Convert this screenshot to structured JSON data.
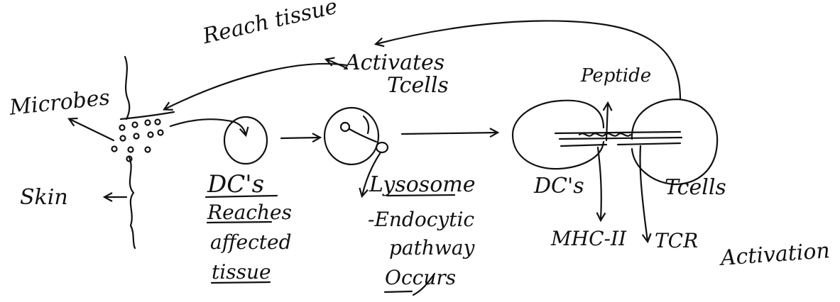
{
  "labels": {
    "reach_tissue": "Reach tissue",
    "activates_tcells_1": "Activates",
    "activates_tcells_2": "Tcells",
    "microbes": "Microbes",
    "skin": "Skin",
    "dcs_1": "DC's",
    "reaches": "Reaches",
    "affected": "affected",
    "tissue": "tissue",
    "lysosome": "Lysosome",
    "endocytic": "-Endocytic",
    "pathway": "pathway",
    "occurs": "Occurs",
    "peptide": "Peptide",
    "dcs_2": "DC's",
    "tcells": "Tcells",
    "mhc": "MHC-II",
    "tcr": "TCR",
    "activation": "Activation"
  },
  "colors": {
    "ink": "#111111",
    "paper": "#ffffff"
  }
}
